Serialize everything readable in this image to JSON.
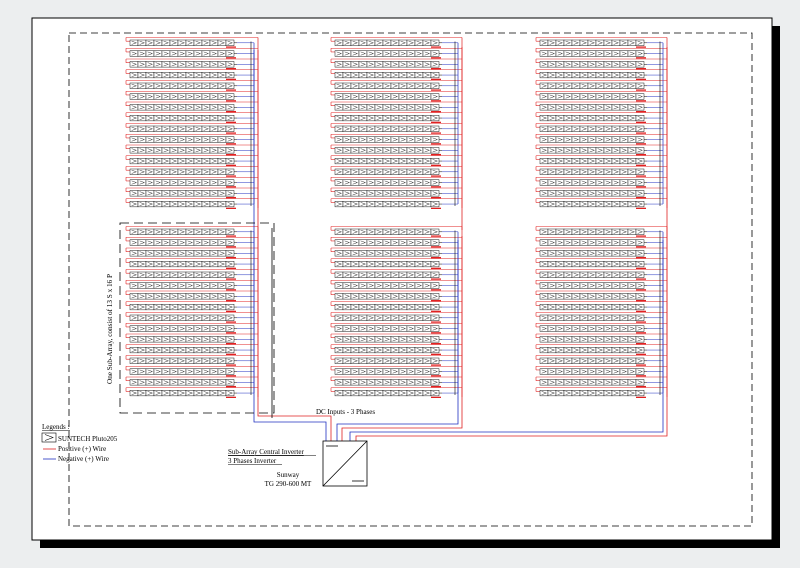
{
  "colors": {
    "positive_wire": "#e02020",
    "negative_wire": "#2030c0",
    "line": "#000000",
    "sheet": "#ffffff",
    "shadow": "#000000",
    "background": "#eceeef"
  },
  "diagram": {
    "subarray_label": "One Sub-Array, consist of 13 S x 16 P",
    "dc_inputs_label": "DC Inputs - 3 Phases",
    "inverter_caption_line1": "Sub-Array Central Inverter",
    "inverter_caption_line2": "3 Phases Inverter",
    "inverter_model_line1": "Sunway",
    "inverter_model_line2": "TG 290-600 MT"
  },
  "legend": {
    "title": "Legends :",
    "items": [
      {
        "symbol": "module-symbol-icon",
        "label": "SUNTECH Pluto205"
      },
      {
        "symbol": "positive-wire-line",
        "label": "Positive (+) Wire"
      },
      {
        "symbol": "negative-wire-line",
        "label": "Negative (+) Wire"
      }
    ]
  },
  "layout_info": {
    "column_count": 3,
    "modules_per_string": 13,
    "strings_per_subarray": 16
  }
}
